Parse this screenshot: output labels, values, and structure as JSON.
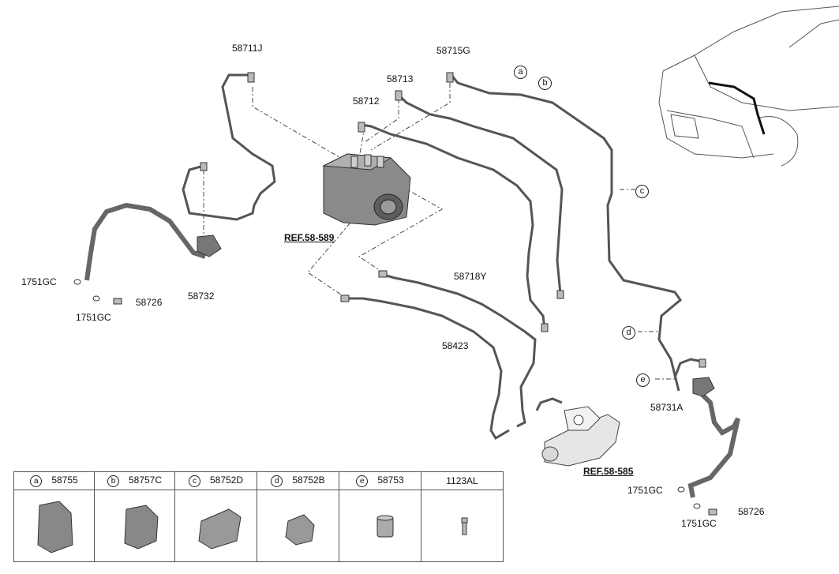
{
  "labels": {
    "p58711J": "58711J",
    "p58715G": "58715G",
    "p58713": "58713",
    "p58712": "58712",
    "p1751GC_a": "1751GC",
    "p1751GC_b": "1751GC",
    "p58726_a": "58726",
    "p58732": "58732",
    "p58718Y": "58718Y",
    "p58423": "58423",
    "p58731A": "58731A",
    "p1751GC_c": "1751GC",
    "p1751GC_d": "1751GC",
    "p58726_b": "58726"
  },
  "refs": {
    "ref_589": "REF.58-589",
    "ref_585": "REF.58-585"
  },
  "callouts": {
    "a": "a",
    "b": "b",
    "c": "c",
    "d": "d",
    "e": "e"
  },
  "legend": [
    {
      "letter": "a",
      "part": "58755",
      "icon": "clip-a-icon"
    },
    {
      "letter": "b",
      "part": "58757C",
      "icon": "clip-b-icon"
    },
    {
      "letter": "c",
      "part": "58752D",
      "icon": "clip-c-icon"
    },
    {
      "letter": "d",
      "part": "58752B",
      "icon": "clip-d-icon"
    },
    {
      "letter": "e",
      "part": "58753",
      "icon": "grommet-icon"
    },
    {
      "letter": "",
      "part": "1123AL",
      "icon": "bolt-icon"
    }
  ]
}
